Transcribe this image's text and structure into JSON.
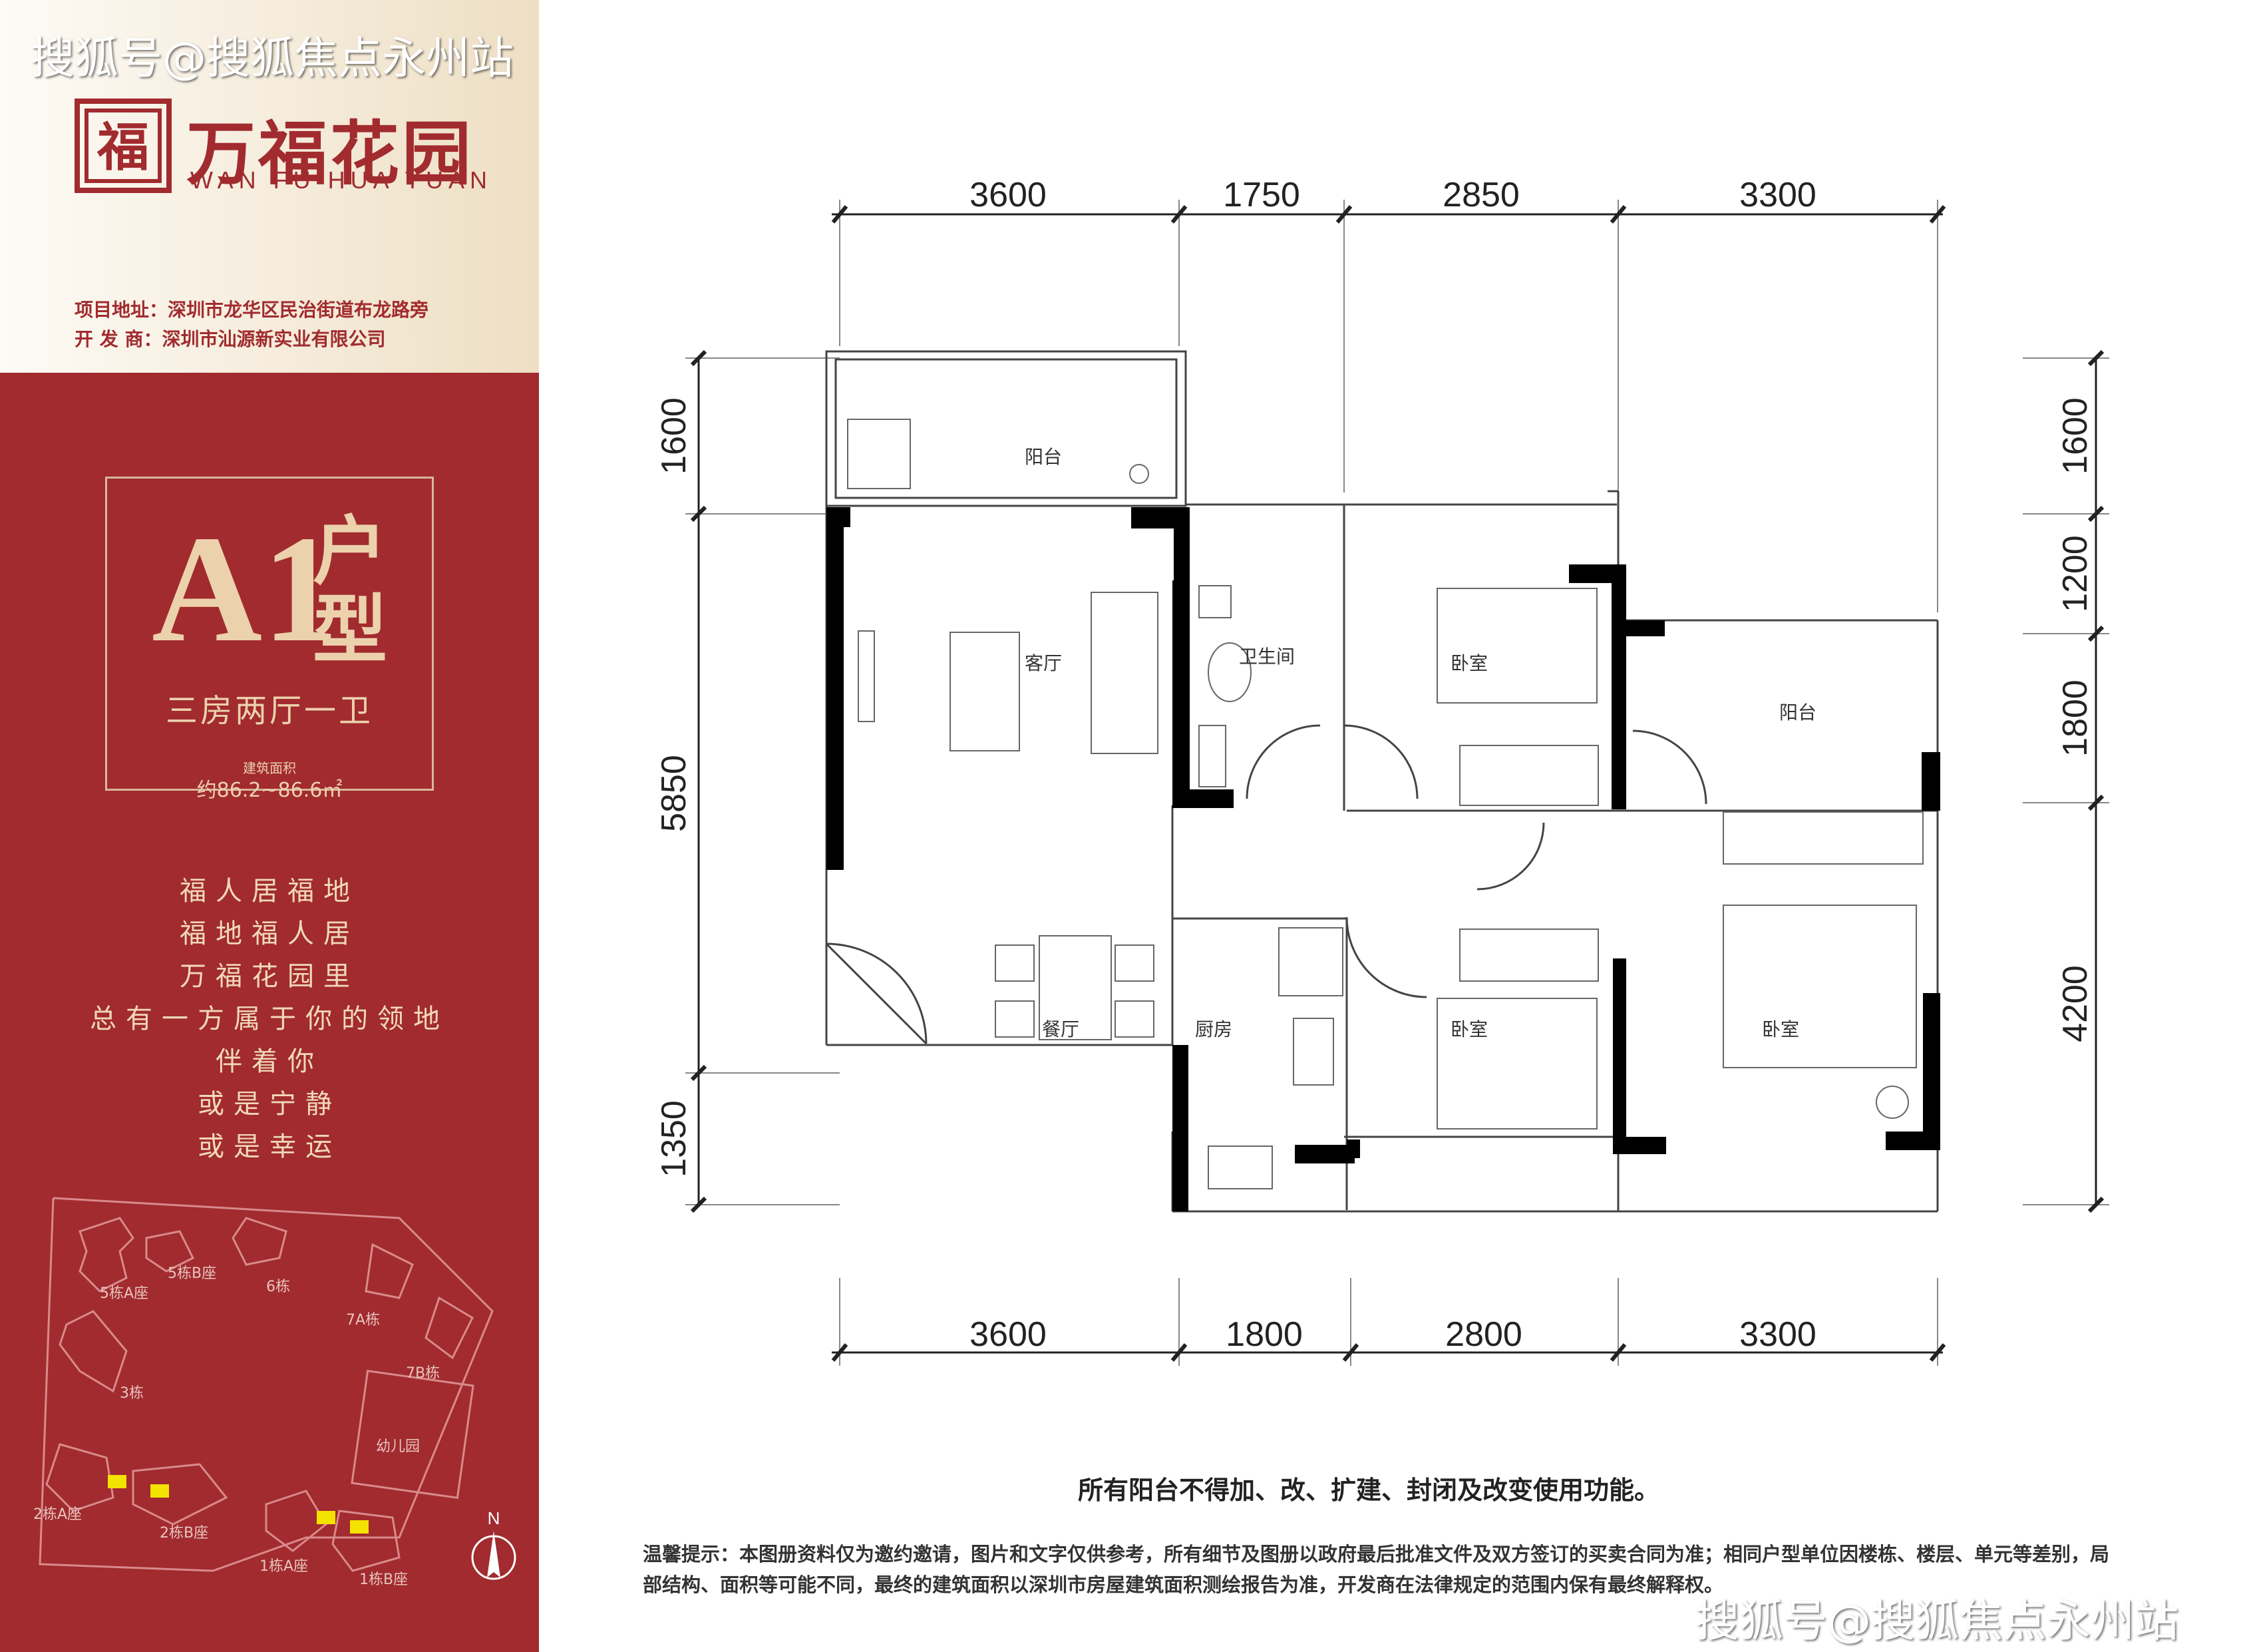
{
  "watermark": "搜狐号@搜狐焦点永州站",
  "brand": {
    "logo_char": "福",
    "name_cn": "万福花园",
    "name_en": "WAN FU HUA YUAN"
  },
  "project": {
    "address": "项目地址：深圳市龙华区民治街道布龙路旁",
    "developer": "开  发  商：深圳市汕源新实业有限公司"
  },
  "unit": {
    "code": "A1",
    "suffix": "户型",
    "layout": "三房两厅一卫",
    "area_label": "建筑面积",
    "area_value": "约86.2~86.6㎡"
  },
  "poem": [
    "福人居福地",
    "福地福人居",
    "万福花园里",
    "总有一方属于你的领地",
    "伴着你",
    "或是宁静",
    "或是幸运"
  ],
  "site_plan": {
    "buildings": [
      "5栋A座",
      "5栋B座",
      "6栋",
      "7A栋",
      "7B栋",
      "3栋",
      "幼儿园",
      "2栋A座",
      "2栋B座",
      "1栋A座",
      "1栋B座"
    ],
    "north": "N"
  },
  "dimensions": {
    "top": [
      "3600",
      "1750",
      "2850",
      "3300"
    ],
    "bottom": [
      "3600",
      "1800",
      "2800",
      "3300"
    ],
    "left": [
      "1600",
      "5850",
      "1350"
    ],
    "right": [
      "1600",
      "1200",
      "1800",
      "4200"
    ]
  },
  "rooms": {
    "balcony_top": "阳台",
    "living": "客厅",
    "bathroom": "卫生间",
    "bedroom_top": "卧室",
    "balcony_right": "阳台",
    "dining": "餐厅",
    "kitchen": "厨房",
    "bedroom_mid": "卧室",
    "bedroom_right": "卧室"
  },
  "notice": "所有阳台不得加、改、扩建、封闭及改变使用功能。",
  "tip": "温馨提示：本图册资料仅为邀约邀请，图片和文字仅供参考，所有细节及图册以政府最后批准文件及双方签订的买卖合同为准；相同户型单位因楼栋、楼层、单元等差别，局部结构、面积等可能不同，最终的建筑面积以深圳市房屋建筑面积测绘报告为准，开发商在法律规定的范围内保有最终解释权。",
  "colors": {
    "brand_red": "#a12b2e",
    "gold": "#ecd1ad",
    "highlight_yellow": "#f4e200"
  }
}
